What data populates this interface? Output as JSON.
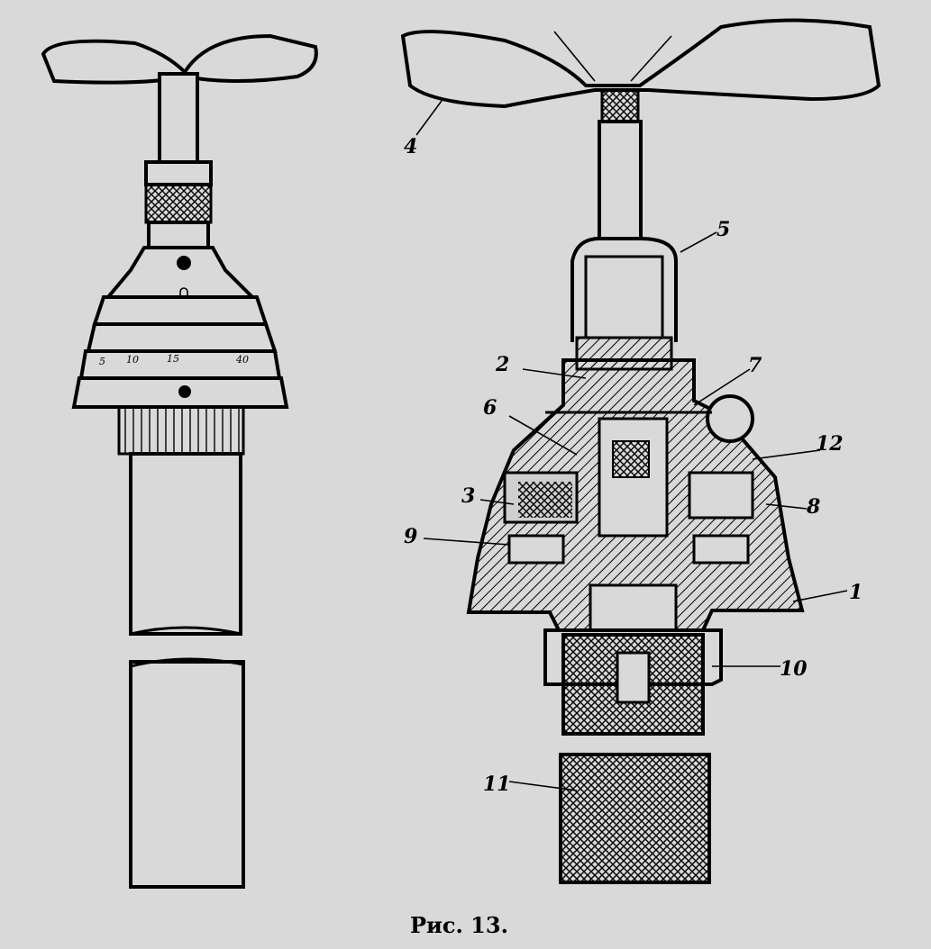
{
  "figure": {
    "caption": "Рис. 13.",
    "scale_marks": [
      "5",
      "10",
      "15",
      "40"
    ],
    "part_labels": [
      "1",
      "2",
      "3",
      "4",
      "5",
      "6",
      "7",
      "8",
      "9",
      "10",
      "11",
      "12"
    ]
  }
}
